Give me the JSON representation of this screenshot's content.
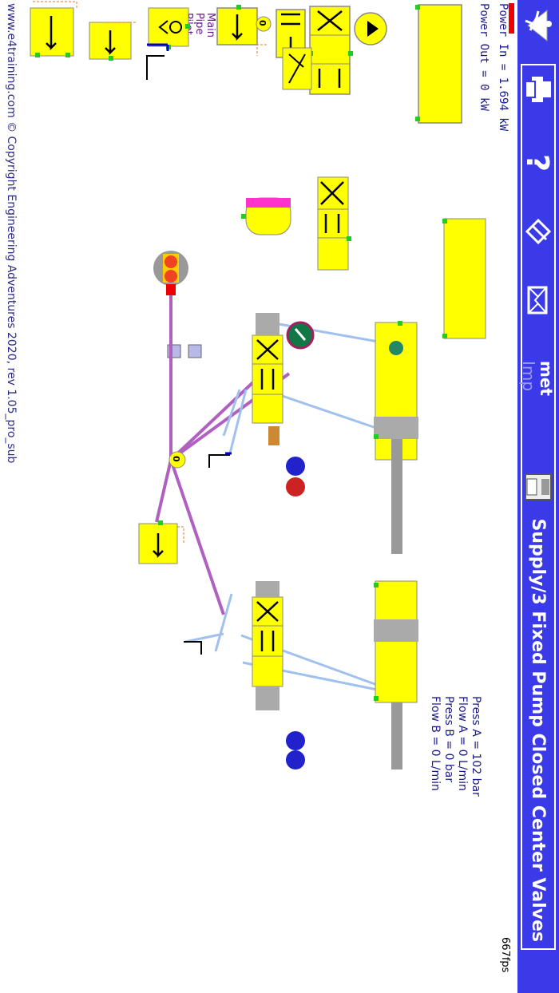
{
  "app": {
    "title": "Supply/3 Fixed Pump Closed Center Valves",
    "fps": "667fps",
    "copyright": "www.e4training.com © Copyright Engineering Adventures 2020, rev 1.05_pro_sub"
  },
  "toolbar": {
    "items": [
      {
        "name": "run-icon"
      },
      {
        "name": "print-icon"
      },
      {
        "name": "help-icon"
      },
      {
        "name": "edit-icon"
      },
      {
        "name": "email-icon"
      },
      {
        "name": "units-toggle",
        "top": "met",
        "bottom": "Imp"
      },
      {
        "name": "save-icon"
      }
    ]
  },
  "power": {
    "in_label": "Power In",
    "in_value": "= 1.694 kW",
    "out_label": "Power Out",
    "out_value": "= 0 kW"
  },
  "readout": {
    "press_a": "Press A = 102 bar",
    "flow_a": "Flow A = 0 L/min",
    "press_b": "Press B = 0 bar",
    "flow_b": "Flow B = 0 L/min"
  },
  "legend": {
    "main": "Main",
    "pipe": "Pipe",
    "pilot": "Pilot"
  },
  "gauge": {
    "value": "0"
  },
  "palette_gauge": {
    "value": "0"
  },
  "colors": {
    "accent": "#3a3ae8",
    "component": "#ffff00",
    "pressure_line": "#b060c0",
    "return_line": "#90b0e8",
    "port": "#22cc22"
  }
}
